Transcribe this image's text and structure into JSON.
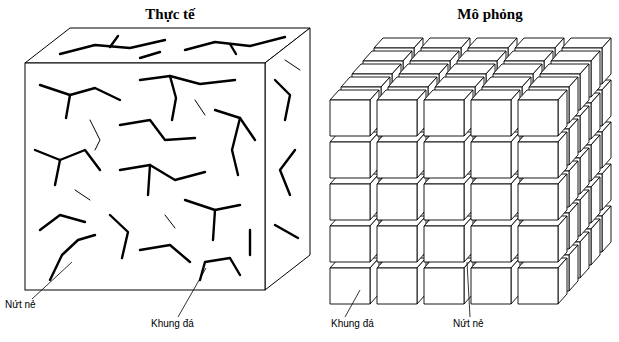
{
  "diagram": {
    "labels": [
      "Thực tế",
      "Mô phỏng",
      "Nứt nẻ",
      "Khung đá",
      "Khung đá",
      "Nứt nẻ"
    ]
  }
}
